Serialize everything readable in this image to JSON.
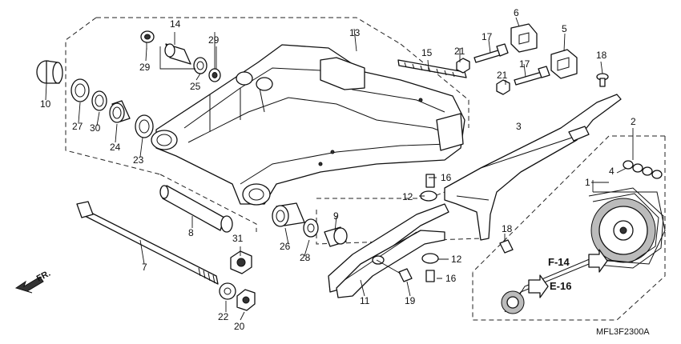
{
  "callouts": [
    "1",
    "2",
    "3",
    "4",
    "5",
    "6",
    "7",
    "8",
    "9",
    "10",
    "11",
    "12",
    "12",
    "13",
    "14",
    "15",
    "16",
    "16",
    "17",
    "17",
    "18",
    "18",
    "19",
    "20",
    "21",
    "21",
    "22",
    "23",
    "24",
    "25",
    "26",
    "27",
    "28",
    "29",
    "29",
    "30",
    "31"
  ],
  "refs": {
    "f14": "F-14",
    "e16": "E-16"
  },
  "direction": {
    "front": "FR."
  },
  "drawing_code": "MFL3F2300A"
}
